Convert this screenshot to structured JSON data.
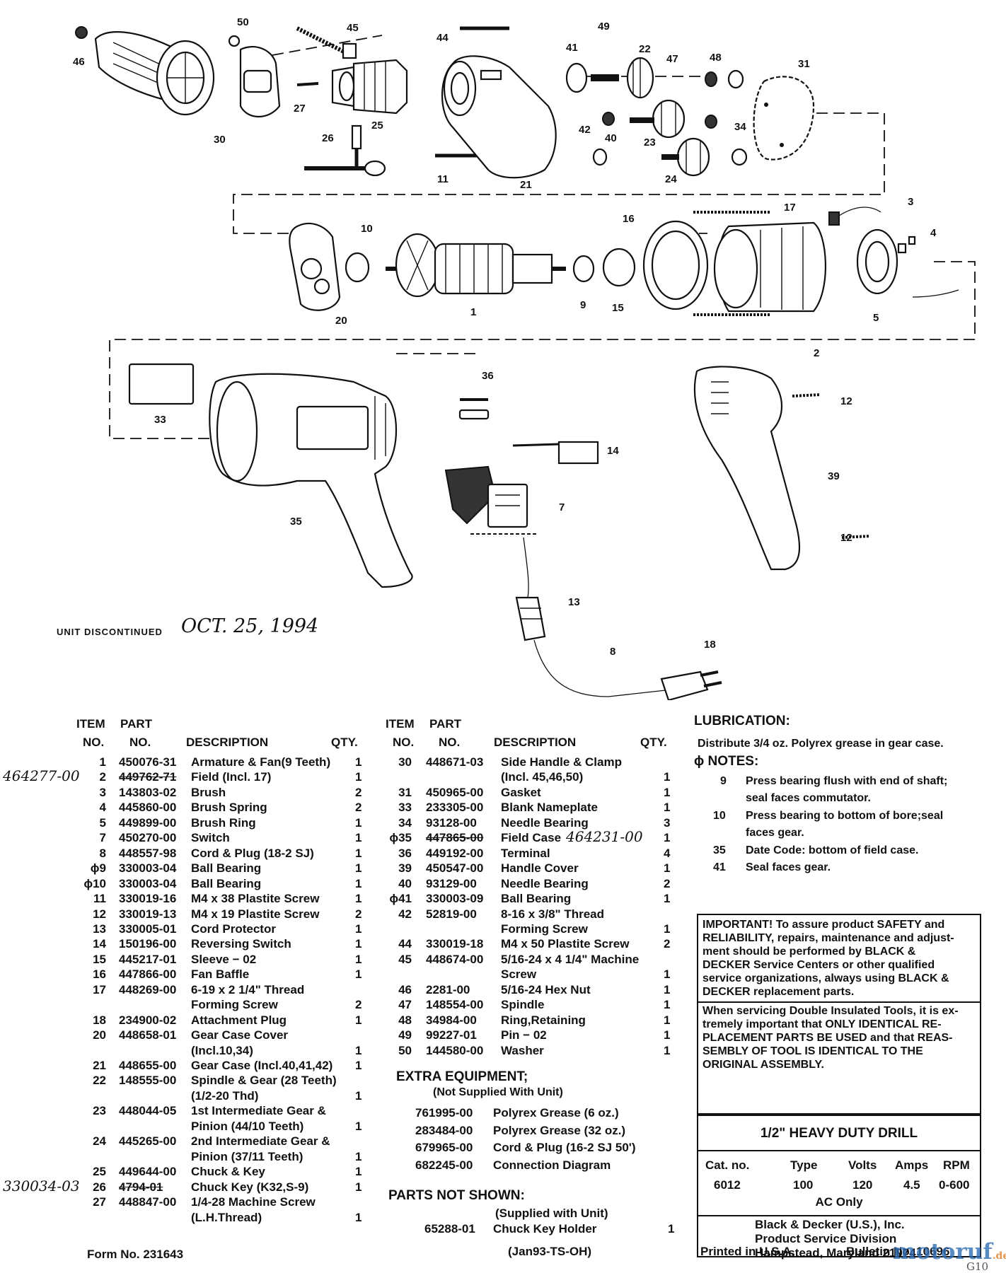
{
  "discontinued": {
    "label": "UNIT DISCONTINUED",
    "date": "OCT. 25, 1994"
  },
  "callouts": [
    "50",
    "45",
    "49",
    "44",
    "41",
    "22",
    "47",
    "48",
    "31",
    "46",
    "27",
    "25",
    "26",
    "42",
    "40",
    "23",
    "34",
    "30",
    "11",
    "21",
    "24",
    "17",
    "3",
    "10",
    "16",
    "4",
    "1",
    "9",
    "15",
    "5",
    "20",
    "2",
    "36",
    "12",
    "33",
    "14",
    "39",
    "7",
    "35",
    "13",
    "8",
    "18"
  ],
  "table_headers": {
    "item1": "ITEM",
    "item2": "NO.",
    "part1": "PART",
    "part2": "NO.",
    "desc": "DESCRIPTION",
    "qty": "QTY."
  },
  "parts_left": [
    {
      "item": "1",
      "part": "450076-31",
      "desc": "Armature & Fan(9 Teeth)",
      "qty": "1"
    },
    {
      "item": "2",
      "part": "449762-71",
      "desc": "Field (Incl. 17)",
      "qty": "1",
      "strike": true,
      "hand": "464277-00"
    },
    {
      "item": "3",
      "part": "143803-02",
      "desc": "Brush",
      "qty": "2"
    },
    {
      "item": "4",
      "part": "445860-00",
      "desc": "Brush Spring",
      "qty": "2"
    },
    {
      "item": "5",
      "part": "449899-00",
      "desc": "Brush Ring",
      "qty": "1"
    },
    {
      "item": "7",
      "part": "450270-00",
      "desc": "Switch",
      "qty": "1"
    },
    {
      "item": "8",
      "part": "448557-98",
      "desc": "Cord & Plug (18-2 SJ)",
      "qty": "1"
    },
    {
      "item": "ϕ9",
      "part": "330003-04",
      "desc": "Ball Bearing",
      "qty": "1"
    },
    {
      "item": "ϕ10",
      "part": "330003-04",
      "desc": "Ball Bearing",
      "qty": "1"
    },
    {
      "item": "11",
      "part": "330019-16",
      "desc": "M4 x 38 Plastite Screw",
      "qty": "1"
    },
    {
      "item": "12",
      "part": "330019-13",
      "desc": "M4 x 19 Plastite Screw",
      "qty": "2"
    },
    {
      "item": "13",
      "part": "330005-01",
      "desc": "Cord Protector",
      "qty": "1"
    },
    {
      "item": "14",
      "part": "150196-00",
      "desc": "Reversing Switch",
      "qty": "1"
    },
    {
      "item": "15",
      "part": "445217-01",
      "desc": "Sleeve − 02",
      "qty": "1"
    },
    {
      "item": "16",
      "part": "447866-00",
      "desc": "Fan Baffle",
      "qty": "1"
    },
    {
      "item": "17",
      "part": "448269-00",
      "desc": "6-19 x 2 1/4\" Thread",
      "qty": ""
    },
    {
      "item": "",
      "part": "",
      "desc": "Forming Screw",
      "qty": "2"
    },
    {
      "item": "18",
      "part": "234900-02",
      "desc": "Attachment Plug",
      "qty": "1"
    },
    {
      "item": "20",
      "part": "448658-01",
      "desc": "Gear Case Cover",
      "qty": ""
    },
    {
      "item": "",
      "part": "",
      "desc": "(Incl.10,34)",
      "qty": "1"
    },
    {
      "item": "21",
      "part": "448655-00",
      "desc": "Gear Case (Incl.40,41,42)",
      "qty": "1"
    },
    {
      "item": "22",
      "part": "148555-00",
      "desc": "Spindle & Gear (28 Teeth)",
      "qty": ""
    },
    {
      "item": "",
      "part": "",
      "desc": "(1/2-20 Thd)",
      "qty": "1"
    },
    {
      "item": "23",
      "part": "448044-05",
      "desc": "1st Intermediate Gear &",
      "qty": ""
    },
    {
      "item": "",
      "part": "",
      "desc": "Pinion (44/10 Teeth)",
      "qty": "1"
    },
    {
      "item": "24",
      "part": "445265-00",
      "desc": "2nd Intermediate Gear &",
      "qty": ""
    },
    {
      "item": "",
      "part": "",
      "desc": "Pinion (37/11 Teeth)",
      "qty": "1"
    },
    {
      "item": "25",
      "part": "449644-00",
      "desc": "Chuck & Key",
      "qty": "1"
    },
    {
      "item": "26",
      "part": "4794-01",
      "desc": "Chuck Key (K32,S-9)",
      "qty": "1",
      "strike": true,
      "hand": "330034-03"
    },
    {
      "item": "27",
      "part": "448847-00",
      "desc": "1/4-28 Machine Screw",
      "qty": ""
    },
    {
      "item": "",
      "part": "",
      "desc": "(L.H.Thread)",
      "qty": "1"
    }
  ],
  "parts_right": [
    {
      "item": "30",
      "part": "448671-03",
      "desc": "Side Handle & Clamp",
      "qty": ""
    },
    {
      "item": "",
      "part": "",
      "desc": "(Incl. 45,46,50)",
      "qty": "1"
    },
    {
      "item": "31",
      "part": "450965-00",
      "desc": "Gasket",
      "qty": "1"
    },
    {
      "item": "33",
      "part": "233305-00",
      "desc": "Blank Nameplate",
      "qty": "1"
    },
    {
      "item": "34",
      "part": "93128-00",
      "desc": "Needle Bearing",
      "qty": "3"
    },
    {
      "item": "ϕ35",
      "part": "447865-00",
      "desc": "Field Case",
      "qty": "1",
      "strike": true,
      "hand": "464231-00"
    },
    {
      "item": "36",
      "part": "449192-00",
      "desc": "Terminal",
      "qty": "4"
    },
    {
      "item": "39",
      "part": "450547-00",
      "desc": "Handle Cover",
      "qty": "1"
    },
    {
      "item": "40",
      "part": "93129-00",
      "desc": "Needle Bearing",
      "qty": "2"
    },
    {
      "item": "ϕ41",
      "part": "330003-09",
      "desc": "Ball Bearing",
      "qty": "1"
    },
    {
      "item": "42",
      "part": "52819-00",
      "desc": "8-16 x 3/8\" Thread",
      "qty": ""
    },
    {
      "item": "",
      "part": "",
      "desc": "Forming Screw",
      "qty": "1"
    },
    {
      "item": "44",
      "part": "330019-18",
      "desc": "M4 x 50 Plastite Screw",
      "qty": "2"
    },
    {
      "item": "45",
      "part": "448674-00",
      "desc": "5/16-24 x 4 1/4\" Machine",
      "qty": ""
    },
    {
      "item": "",
      "part": "",
      "desc": "Screw",
      "qty": "1"
    },
    {
      "item": "46",
      "part": "2281-00",
      "desc": "5/16-24 Hex Nut",
      "qty": "1"
    },
    {
      "item": "47",
      "part": "148554-00",
      "desc": "Spindle",
      "qty": "1"
    },
    {
      "item": "48",
      "part": "34984-00",
      "desc": "Ring,Retaining",
      "qty": "1"
    },
    {
      "item": "49",
      "part": "99227-01",
      "desc": "Pin − 02",
      "qty": "1"
    },
    {
      "item": "50",
      "part": "144580-00",
      "desc": "Washer",
      "qty": "1"
    }
  ],
  "extra_equipment": {
    "title": "EXTRA EQUIPMENT;",
    "subtitle": "(Not Supplied With Unit)",
    "items": [
      {
        "part": "761995-00",
        "desc": "Polyrex Grease (6 oz.)"
      },
      {
        "part": "283484-00",
        "desc": "Polyrex Grease (32 oz.)"
      },
      {
        "part": "679965-00",
        "desc": "Cord & Plug (16-2 SJ 50')"
      },
      {
        "part": "682245-00",
        "desc": "Connection Diagram"
      }
    ]
  },
  "parts_not_shown": {
    "title": "PARTS NOT SHOWN:",
    "subtitle": "(Supplied with Unit)",
    "items": [
      {
        "part": "65288-01",
        "desc": "Chuck Key Holder",
        "qty": "1"
      }
    ]
  },
  "lubrication": {
    "title": "LUBRICATION:",
    "text": "Distribute 3/4 oz. Polyrex grease in gear case."
  },
  "notes": {
    "title": "ϕ NOTES:",
    "items": [
      {
        "n": "9",
        "l1": "Press bearing flush with end of shaft;",
        "l2": "seal faces commutator."
      },
      {
        "n": "10",
        "l1": "Press bearing to bottom of bore;seal",
        "l2": "faces gear."
      },
      {
        "n": "35",
        "l1": "Date Code: bottom of field case.",
        "l2": ""
      },
      {
        "n": "41",
        "l1": "Seal faces gear.",
        "l2": ""
      }
    ]
  },
  "important": {
    "lead": "IMPORTANT!",
    "lines": [
      "To assure product  SAFETY and",
      "RELIABILITY, repairs, maintenance and adjust-",
      "ment  should  be  performed  by  BLACK  &",
      "DECKER  Service  Centers  or  other  qualified",
      "service organizations, always using BLACK &",
      "DECKER replacement parts."
    ],
    "lines2": [
      "When servicing Double Insulated Tools, it is ex-",
      "tremely important that ONLY IDENTICAL RE-",
      "PLACEMENT PARTS BE USED and that REAS-",
      "SEMBLY  OF  TOOL  IS  IDENTICAL  TO  THE",
      "ORIGINAL ASSEMBLY."
    ]
  },
  "product": {
    "title": "1/2\" HEAVY DUTY DRILL",
    "headers": [
      "Cat. no.",
      "Type",
      "Volts",
      "Amps",
      "RPM"
    ],
    "values": [
      "6012",
      "100",
      "120",
      "4.5",
      "0-600"
    ],
    "ac": "AC Only"
  },
  "address": [
    "Black & Decker (U.S.), Inc.",
    "Product Service Division",
    "Hampstead, Maryland 21074"
  ],
  "footer": {
    "form": "Form No. 231643",
    "code": "(Jan93-TS-OH)",
    "printed": "Printed in U.S.A.",
    "bulletin": "Bulletin No. 10696"
  },
  "watermark": {
    "brand": "motoruf",
    "tld": ".de",
    "page": "G10"
  },
  "colors": {
    "ink": "#111111",
    "paper": "#ffffff",
    "watermark_blue": "#2f6db5",
    "watermark_orange": "#e07b1f"
  }
}
